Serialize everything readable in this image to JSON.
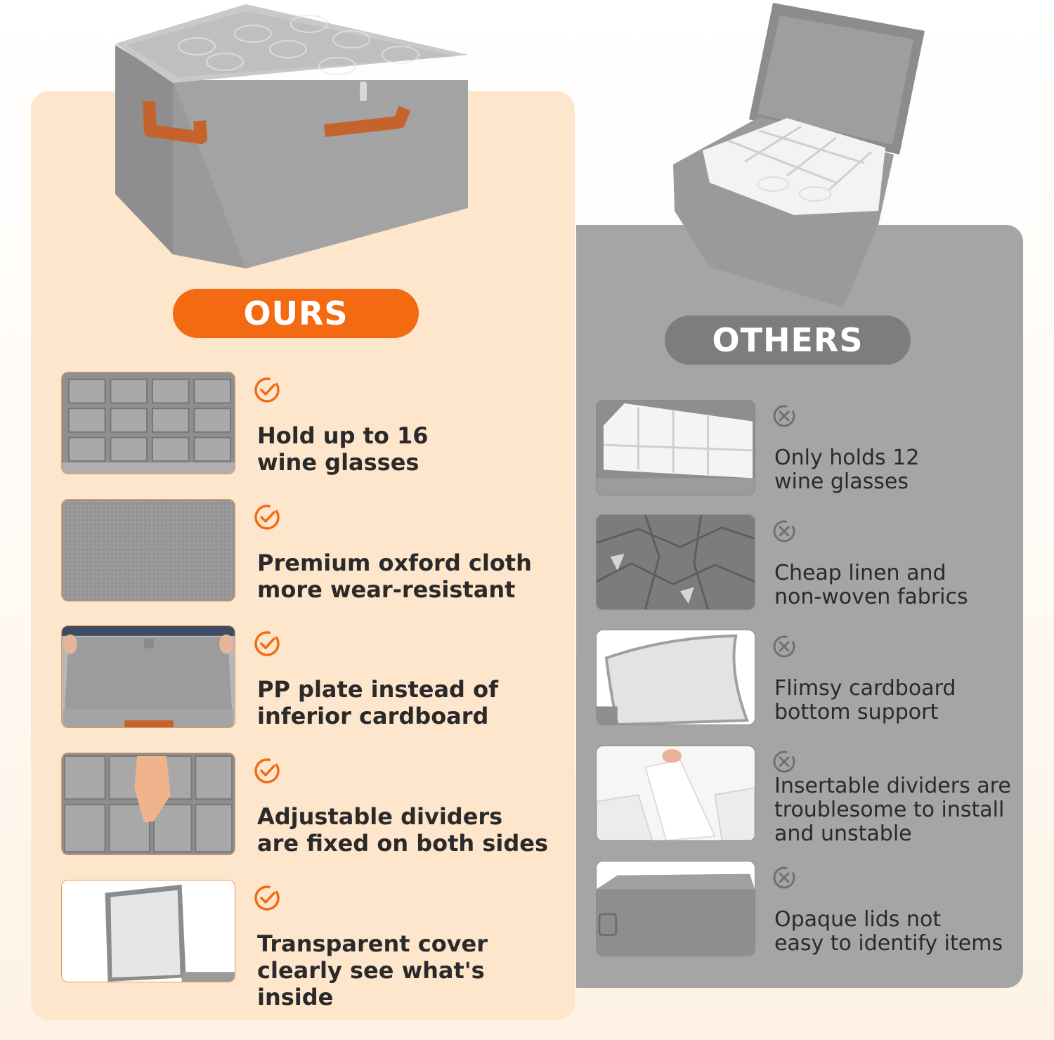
{
  "ours": {
    "label": "OURS",
    "features": [
      {
        "text": "Hold up to 16\nwine glasses",
        "icon": "check-circle-icon"
      },
      {
        "text": "Premium oxford cloth\nmore wear-resistant",
        "icon": "check-circle-icon"
      },
      {
        "text": "PP plate instead of\ninferior cardboard",
        "icon": "check-circle-icon"
      },
      {
        "text": "Adjustable dividers\nare fixed on both sides",
        "icon": "check-circle-icon"
      },
      {
        "text": "Transparent cover\nclearly see what's inside",
        "icon": "check-circle-icon"
      }
    ]
  },
  "others": {
    "label": "OTHERS",
    "features": [
      {
        "text": "Only holds 12\nwine glasses",
        "icon": "x-circle-icon"
      },
      {
        "text": "Cheap linen and\nnon-woven fabrics",
        "icon": "x-circle-icon"
      },
      {
        "text": "Flimsy cardboard\nbottom support",
        "icon": "x-circle-icon"
      },
      {
        "text": "Insertable dividers are\ntroublesome to install\nand unstable",
        "icon": "x-circle-icon"
      },
      {
        "text": "Opaque lids not\neasy to identify items",
        "icon": "x-circle-icon"
      }
    ]
  },
  "colors": {
    "accent_orange": "#f36a12",
    "ours_panel": "#fde6cc",
    "others_panel": "#a5a5a5",
    "others_pill": "#7d7d7d"
  }
}
